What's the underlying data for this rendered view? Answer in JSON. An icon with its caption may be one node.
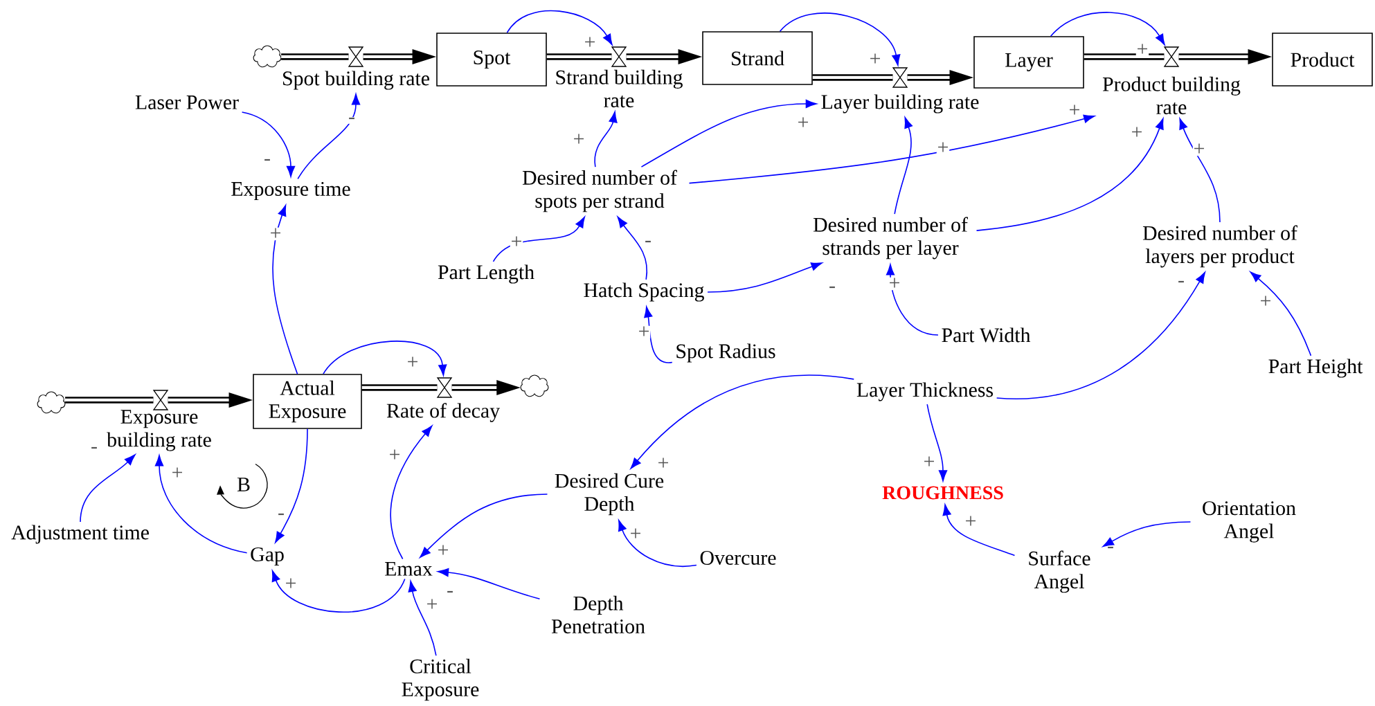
{
  "diagram": {
    "nodes": [
      {
        "text": [],
        "shape": "cloud"
      },
      {
        "text": [
          "Spot building rate"
        ]
      },
      {
        "text": [
          "Spot"
        ]
      },
      {
        "text": [
          "Strand building rate"
        ]
      },
      {
        "text": [
          "Strand"
        ]
      },
      {
        "text": [
          "Layer building rate"
        ]
      },
      {
        "text": [
          "Layer"
        ]
      },
      {
        "text": [
          "Product building rate"
        ]
      },
      {
        "text": [
          "Product"
        ]
      },
      {
        "text": [
          "Laser Power"
        ]
      },
      {
        "text": [
          "Exposure time"
        ]
      },
      {
        "text": [
          "Desired number of spots per strand"
        ]
      },
      {
        "text": [
          "Part Length"
        ]
      },
      {
        "text": [
          "Hatch Spacing"
        ]
      },
      {
        "text": [
          "Spot Radius"
        ]
      },
      {
        "text": [
          "Desired number of strands per layer"
        ]
      },
      {
        "text": [
          "Part Width"
        ]
      },
      {
        "text": [
          "Desired number of layers per product"
        ]
      },
      {
        "text": [
          "Part Height"
        ]
      },
      {
        "text": [
          "Layer Thickness"
        ]
      },
      {
        "text": [],
        "shape": "cloud"
      },
      {
        "text": [
          "Exposure building rate"
        ]
      },
      {
        "text": [
          "Actual Exposure"
        ]
      },
      {
        "text": [
          "Rate of decay"
        ]
      },
      {
        "text": [],
        "shape": "cloud"
      },
      {
        "text": [
          "Adjustment time"
        ]
      },
      {
        "text": [
          "Gap"
        ]
      },
      {
        "text": [
          "Emax"
        ]
      },
      {
        "text": [
          "Desired Cure Depth"
        ]
      },
      {
        "text": [
          "Overcure"
        ]
      },
      {
        "text": [
          "Depth Penetration"
        ]
      },
      {
        "text": [
          "Critical Exposure"
        ]
      },
      {
        "text": [
          "ROUGHNESS"
        ]
      },
      {
        "text": [
          "Surface Angel"
        ]
      },
      {
        "text": [
          "Orientation Angel"
        ]
      }
    ],
    "edges": [
      {
        "from": 0,
        "to": 1,
        "arrow": "none",
        "style": "thick",
        "color": "#000000"
      },
      {
        "from": 1,
        "to": 2,
        "arrow": "to",
        "style": "thick",
        "color": "#000000"
      },
      {
        "from": 2,
        "to": 3,
        "arrow": "none",
        "style": "thick",
        "color": "#000000"
      },
      {
        "from": 3,
        "to": 4,
        "arrow": "to",
        "style": "thick",
        "color": "#000000"
      },
      {
        "from": 4,
        "to": 5,
        "arrow": "none",
        "style": "thick",
        "color": "#000000"
      },
      {
        "from": 5,
        "to": 6,
        "arrow": "to",
        "style": "thick",
        "color": "#000000"
      },
      {
        "from": 6,
        "to": 7,
        "arrow": "none",
        "style": "thick",
        "color": "#000000"
      },
      {
        "from": 7,
        "to": 8,
        "arrow": "to",
        "style": "thick",
        "color": "#000000"
      },
      {
        "from": 20,
        "to": 21,
        "arrow": "none",
        "style": "thick",
        "color": "#000000"
      },
      {
        "from": 21,
        "to": 22,
        "arrow": "to",
        "style": "thick",
        "color": "#000000"
      },
      {
        "from": 22,
        "to": 23,
        "arrow": "none",
        "style": "thick",
        "color": "#000000"
      },
      {
        "from": 23,
        "to": 24,
        "arrow": "to",
        "style": "thick",
        "color": "#000000"
      },
      {
        "from": 2,
        "to": 3,
        "arrow": "to",
        "label": "+"
      },
      {
        "from": 4,
        "to": 5,
        "arrow": "to",
        "label": "+"
      },
      {
        "from": 6,
        "to": 7,
        "arrow": "to",
        "label": "+"
      },
      {
        "from": 10,
        "to": 1,
        "arrow": "to",
        "label": "-"
      },
      {
        "from": 9,
        "to": 10,
        "arrow": "to",
        "label": "-"
      },
      {
        "from": 22,
        "to": 10,
        "arrow": "to",
        "label": "+"
      },
      {
        "from": 11,
        "to": 3,
        "arrow": "to",
        "label": "+"
      },
      {
        "from": 11,
        "to": 5,
        "arrow": "to",
        "label": "+"
      },
      {
        "from": 11,
        "to": 7,
        "arrow": "to",
        "label": "+"
      },
      {
        "from": 12,
        "to": 11,
        "arrow": "to",
        "label": "+"
      },
      {
        "from": 13,
        "to": 11,
        "arrow": "to",
        "label": "-"
      },
      {
        "from": 13,
        "to": 15,
        "arrow": "to",
        "label": "-"
      },
      {
        "from": 14,
        "to": 13,
        "arrow": "to",
        "label": "+"
      },
      {
        "from": 15,
        "to": 5,
        "arrow": "to",
        "label": "+"
      },
      {
        "from": 15,
        "to": 7,
        "arrow": "to",
        "label": "+"
      },
      {
        "from": 16,
        "to": 15,
        "arrow": "to",
        "label": "+"
      },
      {
        "from": 17,
        "to": 7,
        "arrow": "to",
        "label": "+"
      },
      {
        "from": 19,
        "to": 17,
        "arrow": "to",
        "label": "-"
      },
      {
        "from": 18,
        "to": 17,
        "arrow": "to",
        "label": "+"
      },
      {
        "from": 19,
        "to": 28,
        "arrow": "to",
        "label": "+"
      },
      {
        "from": 19,
        "to": 32,
        "arrow": "to",
        "label": "+"
      },
      {
        "from": 33,
        "to": 32,
        "arrow": "to",
        "label": "+"
      },
      {
        "from": 34,
        "to": 33,
        "arrow": "to",
        "label": "-"
      },
      {
        "from": 22,
        "to": 23,
        "arrow": "to",
        "label": "+"
      },
      {
        "from": 22,
        "to": 26,
        "arrow": "to",
        "label": "-"
      },
      {
        "from": 26,
        "to": 21,
        "arrow": "to",
        "label": "+"
      },
      {
        "from": 25,
        "to": 21,
        "arrow": "to",
        "label": "-"
      },
      {
        "from": 27,
        "to": 26,
        "arrow": "to",
        "label": "+"
      },
      {
        "from": 27,
        "to": 23,
        "arrow": "to",
        "label": "+"
      },
      {
        "from": 28,
        "to": 27,
        "arrow": "to",
        "label": "+"
      },
      {
        "from": 29,
        "to": 28,
        "arrow": "to",
        "label": "+"
      },
      {
        "from": 30,
        "to": 27,
        "arrow": "to",
        "label": "-"
      },
      {
        "from": 31,
        "to": 27,
        "arrow": "to",
        "label": "+"
      }
    ],
    "labels": [
      "B"
    ]
  }
}
